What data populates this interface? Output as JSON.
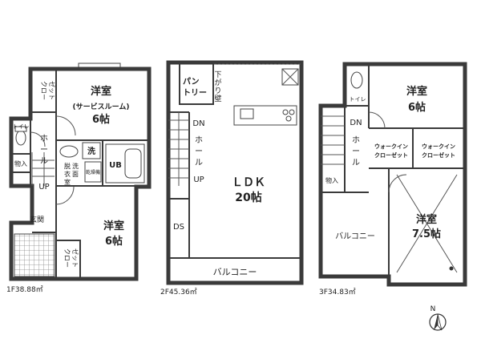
{
  "floors": {
    "f1": {
      "area": "1F38.88㎡",
      "room_a": {
        "name": "洋室",
        "sub": "(サービスルーム)",
        "size": "6帖"
      },
      "room_b": {
        "name": "洋室",
        "size": "6帖"
      },
      "closet_top": {
        "line1": "クロー",
        "line2": "ゼット"
      },
      "closet_bottom": {
        "line1": "クロー",
        "line2": "ゼット"
      },
      "toilet": "トイレ",
      "hall": {
        "c1": "ホ",
        "c2": "ー",
        "c3": "ル"
      },
      "storage": "物入",
      "up": "UP",
      "entrance": "玄関",
      "wash": "洗",
      "dressing": {
        "line1": "脱",
        "line2": "洗",
        "line3": "衣",
        "line4": "面",
        "line5": "室"
      },
      "bath": "UB",
      "utility": "乾燥機"
    },
    "f2": {
      "area": "2F45.36㎡",
      "ldk": {
        "name": "ＬＤＫ",
        "size": "20帖"
      },
      "pantry": {
        "line1": "パン",
        "line2": "トリー"
      },
      "beam": {
        "line1": "下",
        "line2": "が",
        "line3": "り",
        "line4": "壁"
      },
      "hall": {
        "c1": "ホ",
        "c2": "ー",
        "c3": "ル"
      },
      "dn": "DN",
      "up": "UP",
      "ds": "DS",
      "balcony": "バルコニー"
    },
    "f3": {
      "area": "3F34.83㎡",
      "room_a": {
        "name": "洋室",
        "size": "6帖"
      },
      "room_b": {
        "name": "洋室",
        "size": "7.5帖"
      },
      "toilet": "トイレ",
      "hall": {
        "c1": "ホ",
        "c2": "ー",
        "c3": "ル"
      },
      "dn": "DN",
      "wic1": {
        "line1": "ウォークイン",
        "line2": "クローゼット"
      },
      "wic2": {
        "line1": "ウォークイン",
        "line2": "クローゼット"
      },
      "storage": "物入",
      "balcony": "バルコニー"
    }
  },
  "compass": {
    "label": "N"
  }
}
